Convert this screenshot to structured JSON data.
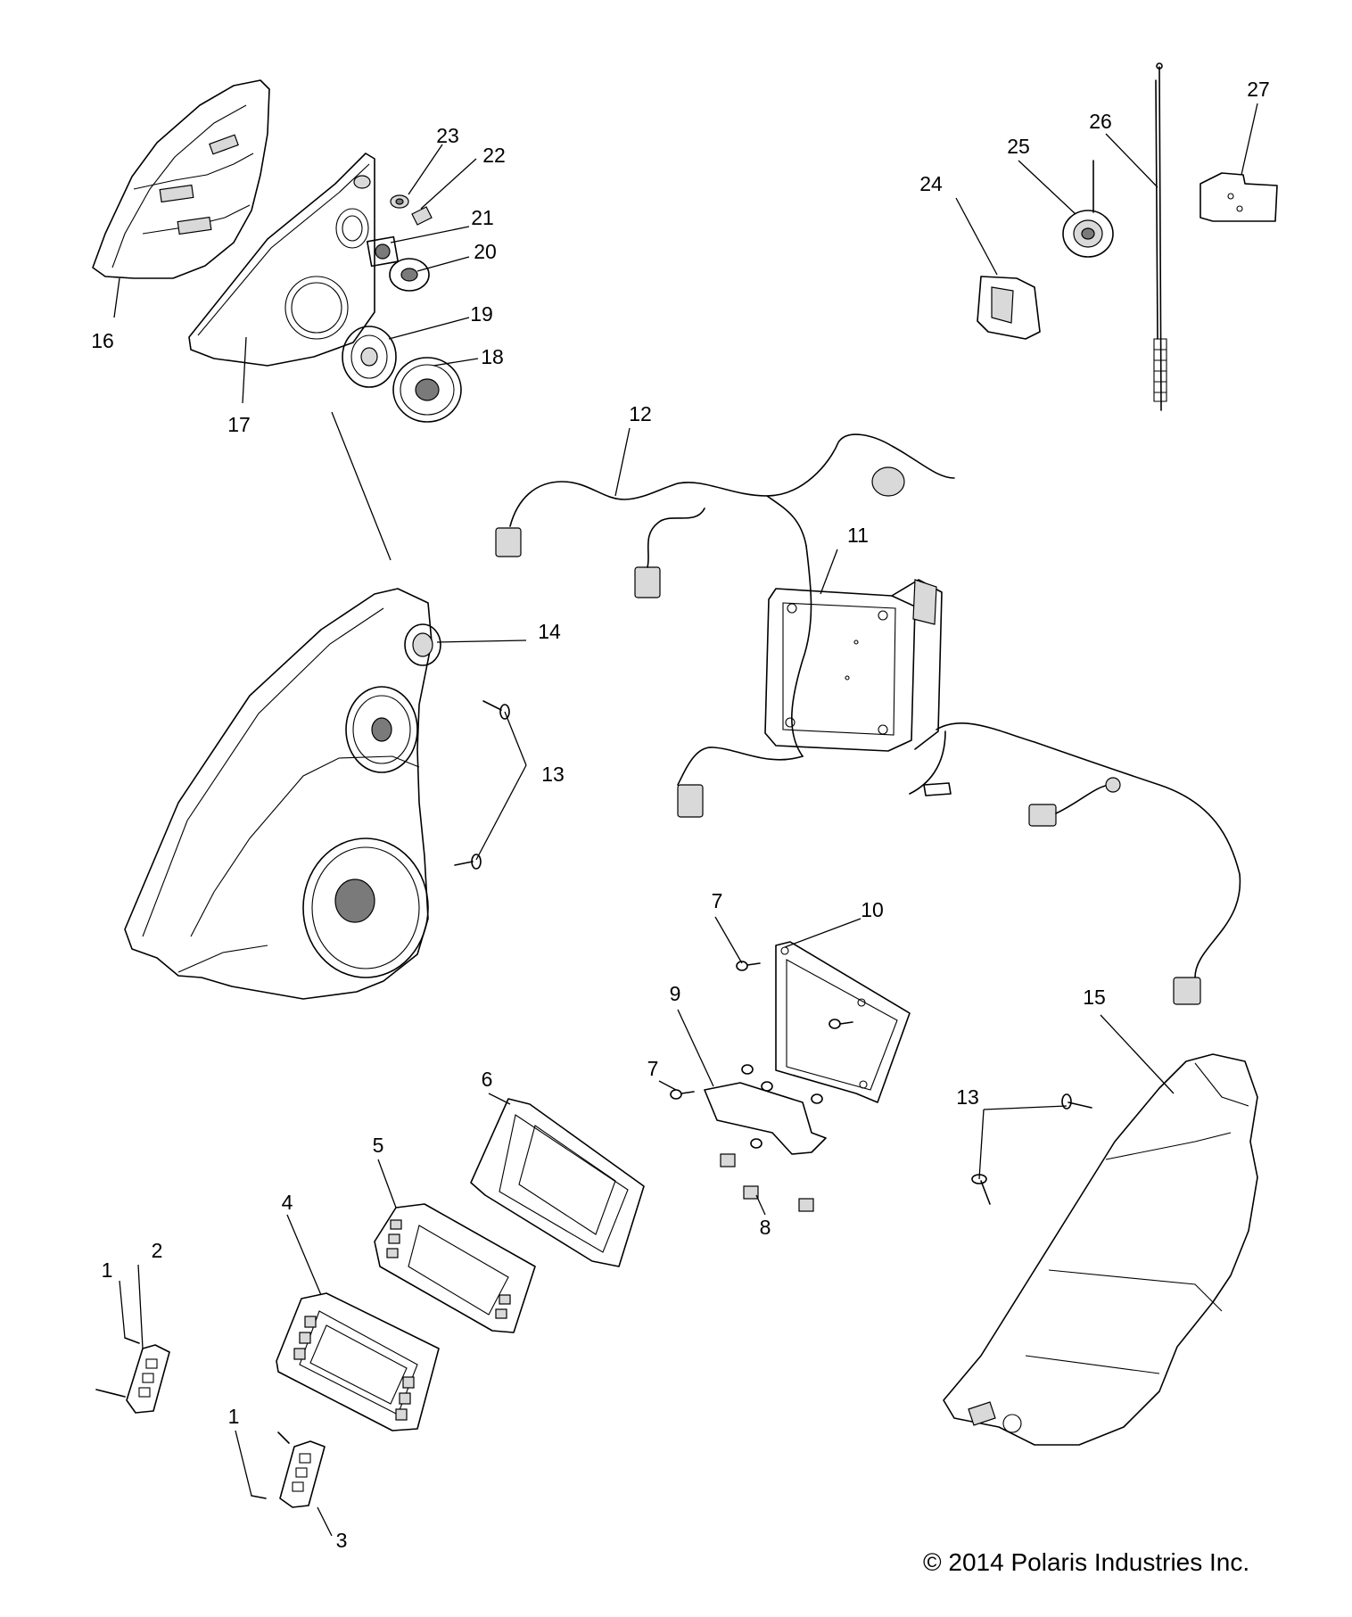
{
  "callouts": {
    "c1a": "1",
    "c1b": "1",
    "c2": "2",
    "c3": "3",
    "c4": "4",
    "c5": "5",
    "c6": "6",
    "c7a": "7",
    "c7b": "7",
    "c8": "8",
    "c9": "9",
    "c10": "10",
    "c11": "11",
    "c12": "12",
    "c13a": "13",
    "c13b": "13",
    "c14": "14",
    "c15": "15",
    "c16": "16",
    "c17": "17",
    "c18": "18",
    "c19": "19",
    "c20": "20",
    "c21": "21",
    "c22": "22",
    "c23": "23",
    "c24": "24",
    "c25": "25",
    "c26": "26",
    "c27": "27"
  },
  "copyright": "© 2014 Polaris Industries Inc."
}
